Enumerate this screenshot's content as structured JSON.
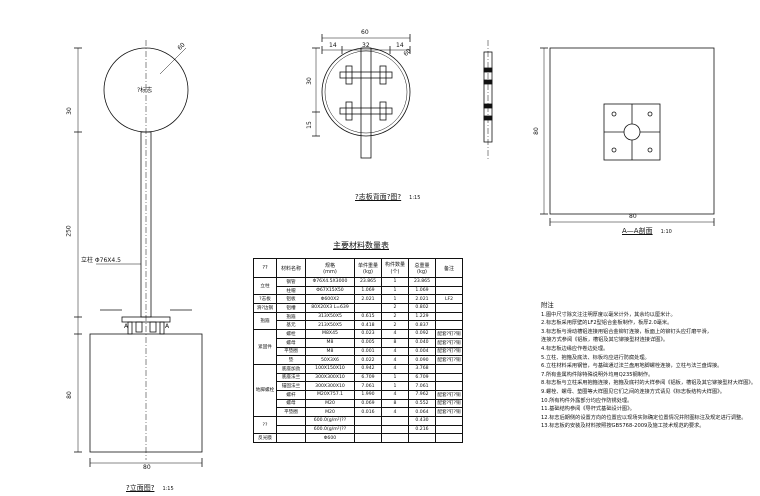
{
  "front_view": {
    "title": "?立面图?",
    "scale": "1:15",
    "sign_text": "?标志",
    "dims": {
      "d_sign": "60",
      "top_30": "30",
      "pole_250": "250",
      "bottom_80": "80",
      "base_80": "80"
    },
    "pole_label": "立柱 Φ76X4.5",
    "section_marks": [
      "A",
      "A"
    ]
  },
  "back_view": {
    "title": "?志板背面?图?",
    "scale": "1:15",
    "dims": {
      "overall": "60",
      "seg_left": "14",
      "seg_mid": "32",
      "seg_right": "14",
      "h30": "30",
      "h15": "15",
      "d_top": "60"
    }
  },
  "section_aa": {
    "title": "A—A剖面",
    "scale": "1:10",
    "dims": {
      "width": "80",
      "height": "80"
    }
  },
  "material_table": {
    "title": "主要材料数量表",
    "headers": [
      "??",
      "材料名称",
      "规格",
      "单件重量",
      "构件数量",
      "总重量",
      "备注"
    ],
    "header_units": [
      "",
      "",
      "(mm)",
      "(kg)",
      "(个)",
      "(kg)",
      ""
    ],
    "groups": [
      {
        "name": "立柱",
        "rows": [
          {
            "material": "钢管",
            "spec": "Φ76X4.5X3000",
            "unit": "23.865",
            "qty": "1",
            "total": "23.865",
            "note": ""
          },
          {
            "material": "柱帽",
            "spec": "Φ67X15X50",
            "unit": "1.069",
            "qty": "1",
            "total": "1.069",
            "note": ""
          }
        ]
      },
      {
        "name": "?志板",
        "rows": [
          {
            "material": "铝板",
            "spec": "Φ600X2",
            "unit": "2.021",
            "qty": "1",
            "total": "2.021",
            "note": "LF2"
          }
        ]
      },
      {
        "name": "滑?边钢",
        "rows": [
          {
            "material": "铝槽",
            "spec": "80X20X3 L=639",
            "unit": "",
            "qty": "2",
            "total": "0.802",
            "note": ""
          }
        ]
      },
      {
        "name": "抱箍",
        "rows": [
          {
            "material": "抱箍",
            "spec": "313X50X5",
            "unit": "0.615",
            "qty": "2",
            "total": "1.229",
            "note": ""
          },
          {
            "material": "基元",
            "spec": "213X50X5",
            "unit": "0.418",
            "qty": "2",
            "total": "0.837",
            "note": ""
          }
        ]
      },
      {
        "name": "紧固件",
        "rows": [
          {
            "material": "螺栓",
            "spec": "M8X45",
            "unit": "0.023",
            "qty": "4",
            "total": "0.092",
            "note": "配套?钉?铜"
          },
          {
            "material": "螺母",
            "spec": "M8",
            "unit": "0.005",
            "qty": "8",
            "total": "0.040",
            "note": "配套?钉?铜"
          },
          {
            "material": "平垫圈",
            "spec": "M8",
            "unit": "0.001",
            "qty": "4",
            "total": "0.004",
            "note": "配套?钉?铜"
          },
          {
            "material": "垫",
            "spec": "50X3X6",
            "unit": "0.022",
            "qty": "4",
            "total": "0.090",
            "note": "配套?钉?铜"
          }
        ]
      },
      {
        "name": "地脚螺栓",
        "rows": [
          {
            "material": "底座加劲",
            "spec": "100X150X10",
            "unit": "0.942",
            "qty": "4",
            "total": "3.768",
            "note": ""
          },
          {
            "material": "底座法兰",
            "spec": "300X300X10",
            "unit": "6.709",
            "qty": "1",
            "total": "6.709",
            "note": ""
          },
          {
            "material": "锚固法兰",
            "spec": "300X300X10",
            "unit": "7.061",
            "qty": "1",
            "total": "7.061",
            "note": ""
          },
          {
            "material": "螺杆",
            "spec": "M20X757.1",
            "unit": "1.990",
            "qty": "4",
            "total": "7.962",
            "note": "配套?钉?铜"
          },
          {
            "material": "螺母",
            "spec": "M20",
            "unit": "0.069",
            "qty": "8",
            "total": "0.552",
            "note": "配套?钉?铜"
          },
          {
            "material": "平垫圈",
            "spec": "M20",
            "unit": "0.016",
            "qty": "4",
            "total": "0.064",
            "note": "配套?钉?铜"
          }
        ]
      },
      {
        "name": "??",
        "rows": [
          {
            "material": "",
            "spec": "600.0(g/m²)??",
            "unit": "",
            "qty": "",
            "total": "0.430",
            "note": ""
          },
          {
            "material": "",
            "spec": "600.0(g/m²)??",
            "unit": "",
            "qty": "",
            "total": "0.216",
            "note": ""
          }
        ]
      },
      {
        "name": "反光膜",
        "rows": [
          {
            "material": "",
            "spec": "Φ600",
            "unit": "",
            "qty": "",
            "total": "",
            "note": ""
          }
        ]
      }
    ]
  },
  "notes": {
    "title": "附注",
    "items": [
      "1.图中尺寸除文注注明厚度以毫米计外，其余均以厘米计。",
      "2.标志板采用厚壁的LF2型铝合金板制作，板厚2.0毫米。",
      "3.标志板与滑动槽铝连接用铝合金铆钉连接，板面上的铆钉头应打磨平滑，",
      "   连接方式参阅《铝板，槽铝及其它铆接型材连接详图》。",
      "4.标志板边缘应作卷边处理。",
      "5.立柱、抱箍及底法、标板均应进行防腐处理。",
      "6.立柱材料采用钢管，与基础通过法兰盘用地脚螺栓连接，立柱与法兰盘焊接。",
      "7.所有金属构件除特殊说明外均用Q235钢制作。",
      "8.标志板与立柱采用抱箍连接，抱箍及底衬的大样参阅《铝板，槽铝及其它铆接型材大样图》。",
      "9.螺栓、螺母、垫圈等大样图见它们之间的连接方式请见《标志板结构大样图》。",
      "10.所有构件外露部分均应作防锈处理。",
      "11.基础结构参阅《导杆式基础设计图》。",
      "12.标志后期侧的设置方向的位置应以现场实际确定位置情况并附图标注及规定进行调整。",
      "13.标志板的安装及材料按照按GB5768-2009及施工技术规范的要求。"
    ]
  }
}
